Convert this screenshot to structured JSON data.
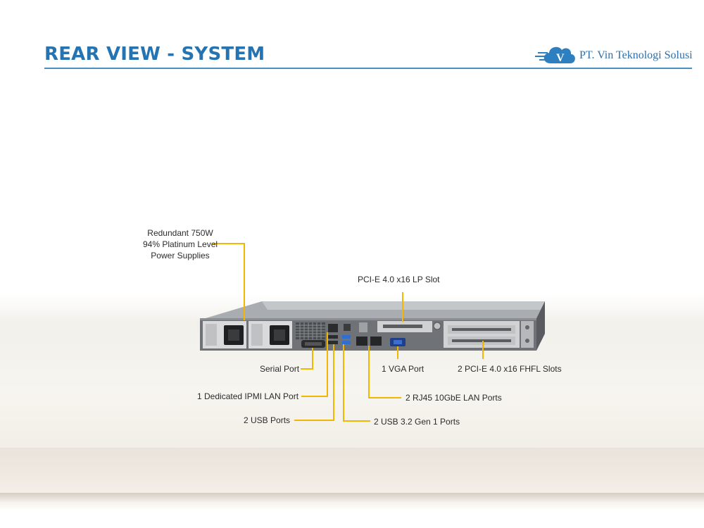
{
  "header": {
    "title": "REAR VIEW - SYSTEM",
    "logo_text": "PT. Vin Teknologi Solusi",
    "logo_letter": "V"
  },
  "colors": {
    "title_blue": "#2673b1",
    "callout_line": "#f2b705",
    "chassis": "#6f7377"
  },
  "callouts": {
    "psu": [
      "Redundant 750W",
      "94% Platinum Level",
      "Power Supplies"
    ],
    "pcie_lp": "PCI-E 4.0 x16 LP Slot",
    "serial": "Serial Port",
    "ipmi": "1 Dedicated IPMI LAN Port",
    "usb": "2 USB Ports",
    "usb32": "2 USB 3.2 Gen 1 Ports",
    "vga": "1 VGA Port",
    "rj45": "2 RJ45 10GbE LAN Ports",
    "pcie_fhfl": "2 PCI-E 4.0 x16 FHFL Slots"
  }
}
